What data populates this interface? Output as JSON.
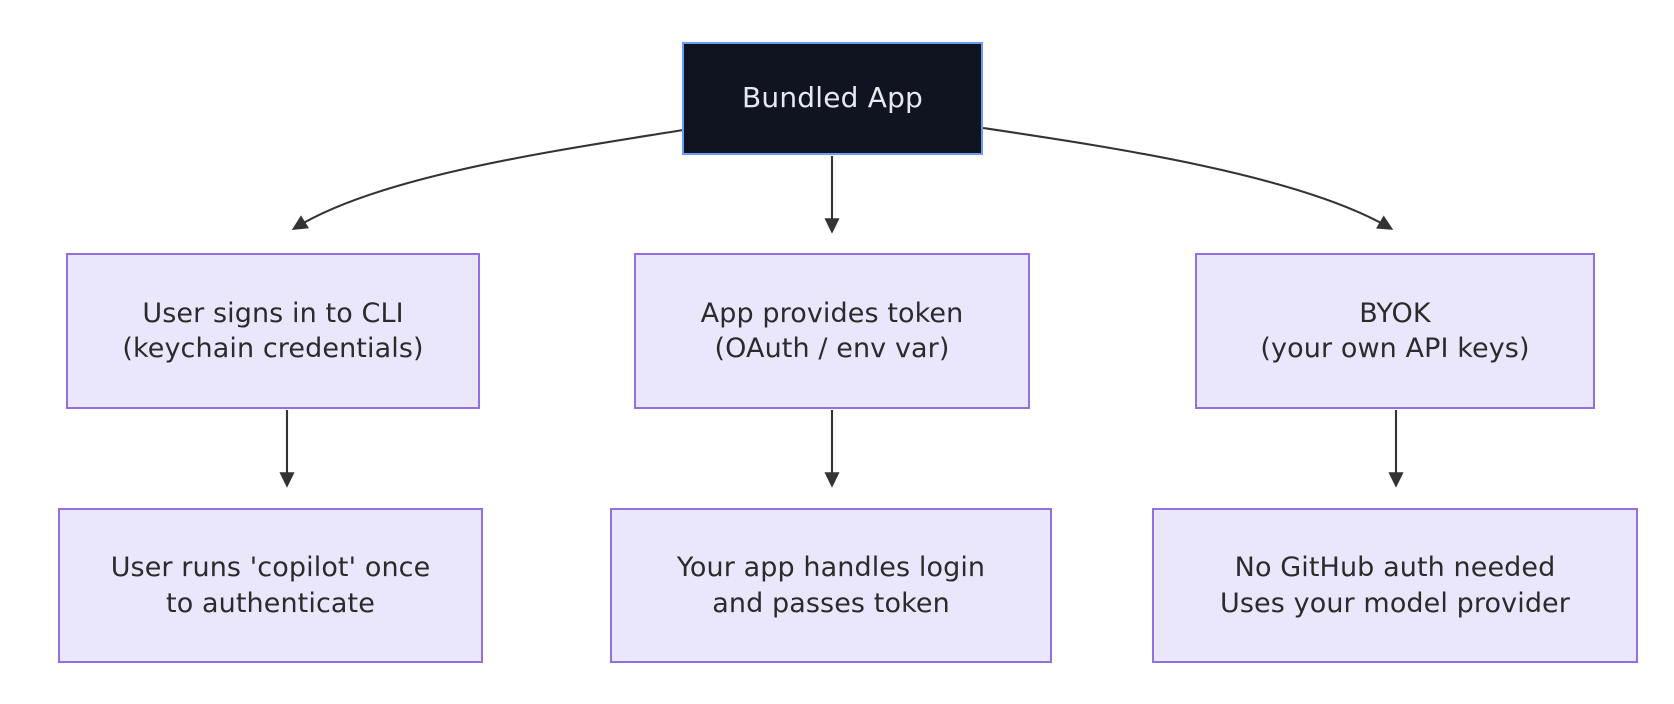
{
  "diagram": {
    "type": "flowchart",
    "direction": "top-down",
    "background": "#ffffff",
    "palette": {
      "root_fill": "#0f1420",
      "root_border": "#6a9cf0",
      "root_text": "#e6e9ef",
      "branch_fill": "#eae7fc",
      "branch_border": "#9370e0",
      "branch_text": "#2b2b2b",
      "edge_stroke": "#333333"
    },
    "nodes": {
      "root": {
        "id": "bundled-app",
        "label": "Bundled App",
        "lines": [
          "Bundled App"
        ]
      },
      "branches": [
        {
          "id": "user-signs-in-cli",
          "lines": [
            "User signs in to CLI",
            "(keychain credentials)"
          ]
        },
        {
          "id": "app-provides-token",
          "lines": [
            "App provides token",
            "(OAuth / env var)"
          ]
        },
        {
          "id": "byok",
          "lines": [
            "BYOK",
            "(your own API keys)"
          ]
        }
      ],
      "outcomes": [
        {
          "id": "user-runs-copilot",
          "lines": [
            "User runs 'copilot' once",
            "to authenticate"
          ]
        },
        {
          "id": "app-handles-login",
          "lines": [
            "Your app handles login",
            "and passes token"
          ]
        },
        {
          "id": "no-github-auth",
          "lines": [
            "No GitHub auth needed",
            "Uses your model provider"
          ]
        }
      ]
    },
    "edges": [
      {
        "id": "root-to-cli",
        "from": "bundled-app",
        "to": "user-signs-in-cli",
        "style": "curved",
        "arrow": "triangle"
      },
      {
        "id": "root-to-token",
        "from": "bundled-app",
        "to": "app-provides-token",
        "style": "straight",
        "arrow": "triangle"
      },
      {
        "id": "root-to-byok",
        "from": "bundled-app",
        "to": "byok",
        "style": "curved",
        "arrow": "triangle"
      },
      {
        "id": "cli-to-auth",
        "from": "user-signs-in-cli",
        "to": "user-runs-copilot",
        "style": "straight",
        "arrow": "triangle"
      },
      {
        "id": "token-to-login",
        "from": "app-provides-token",
        "to": "app-handles-login",
        "style": "straight",
        "arrow": "triangle"
      },
      {
        "id": "byok-to-noauth",
        "from": "byok",
        "to": "no-github-auth",
        "style": "straight",
        "arrow": "triangle"
      }
    ]
  }
}
